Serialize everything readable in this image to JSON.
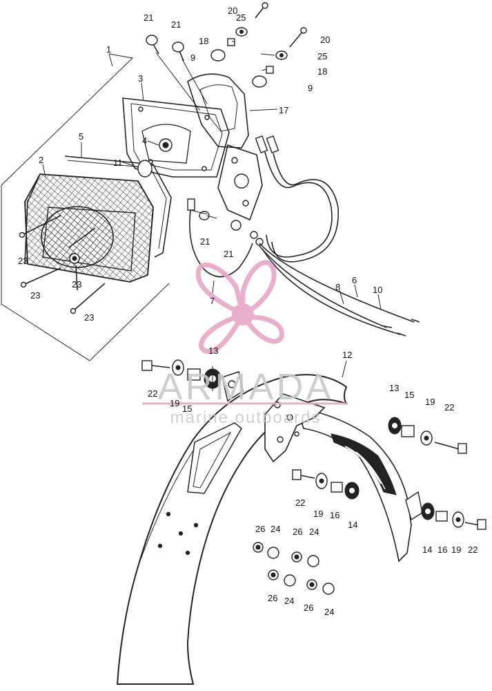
{
  "watermark": {
    "brand": "ARMADA",
    "tagline": "marine outboards",
    "logo_color": "#e6a6c6",
    "text_color": "#c9c9c9"
  },
  "labels": {
    "l1": "1",
    "l2": "2",
    "l3": "3",
    "l4": "4",
    "l5": "5",
    "l6": "6",
    "l7": "7",
    "l8": "8",
    "l9a": "9",
    "l9b": "9",
    "l10": "10",
    "l11": "11",
    "l12": "12",
    "l13a": "13",
    "l13b": "13",
    "l14a": "14",
    "l14b": "14",
    "l15a": "15",
    "l15b": "15",
    "l16a": "16",
    "l16b": "16",
    "l17": "17",
    "l18a": "18",
    "l18b": "18",
    "l19a": "19",
    "l19b": "19",
    "l19c": "19",
    "l19d": "19",
    "l20a": "20",
    "l20b": "20",
    "l21a": "21",
    "l21b": "21",
    "l21c": "21",
    "l21d": "21",
    "l22a": "22",
    "l22b": "22",
    "l22c": "22",
    "l22d": "22",
    "l23a": "23",
    "l23b": "23",
    "l23c": "23",
    "l23d": "23",
    "l24a": "24",
    "l24b": "24",
    "l24c": "24",
    "l24d": "24",
    "l25a": "25",
    "l25b": "25",
    "l26a": "26",
    "l26b": "26",
    "l26c": "26",
    "l26d": "26"
  }
}
